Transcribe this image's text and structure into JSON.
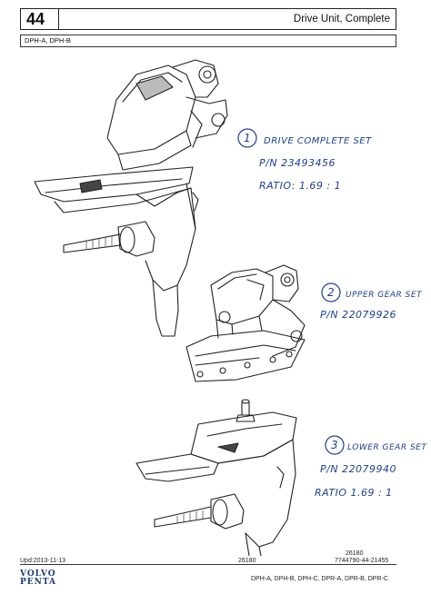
{
  "header": {
    "page_number": "44",
    "title": "Drive Unit, Complete",
    "models": "DPH-A, DPH-B"
  },
  "annotations": [
    {
      "marker": "1",
      "lines": [
        "DRIVE COMPLETE SET",
        "P/N 23493456",
        "RATIO: 1.69 : 1"
      ]
    },
    {
      "marker": "2",
      "lines": [
        "UPPER GEAR SET",
        "P/N 22079926"
      ]
    },
    {
      "marker": "3",
      "lines": [
        "LOWER GEAR SET",
        "P/N 22079940",
        "RATIO 1.69 : 1"
      ]
    }
  ],
  "footer": {
    "updated": "Upd:2013-11-13",
    "figure_number_upper": "26180",
    "figure_number": "26180",
    "document_code": "7744790-44-21455",
    "models": "DPH-A, DPH-B, DPH-C, DPR-A, DPR-B, DPR-C",
    "logo_line1": "VOLVO",
    "logo_line2": "PENTA"
  },
  "colors": {
    "ink": "#111111",
    "handwriting": "#1d3f8f",
    "logo": "#1a3a7a"
  }
}
